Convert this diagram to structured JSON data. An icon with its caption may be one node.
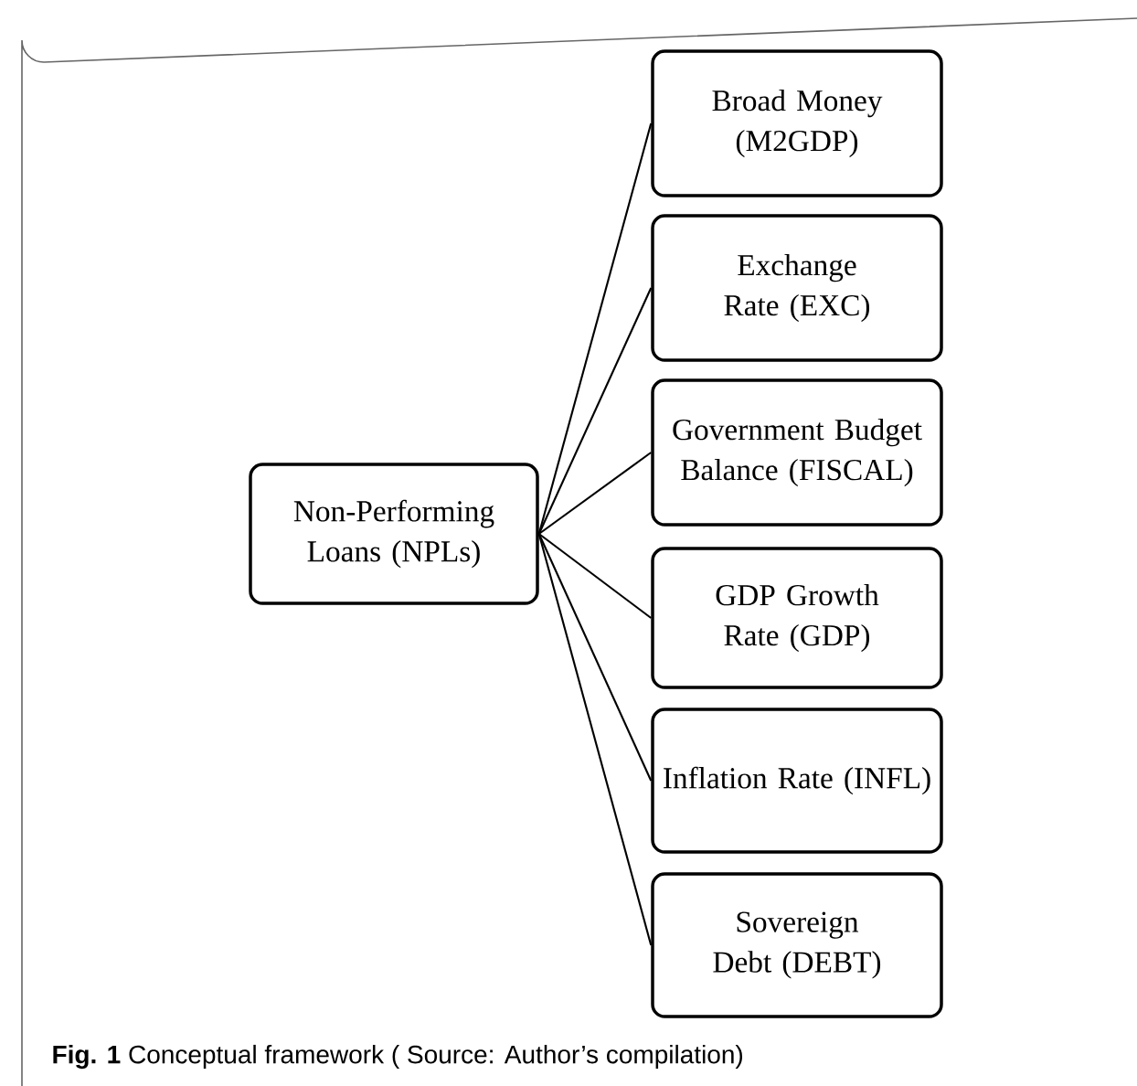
{
  "diagram": {
    "nodes": [
      {
        "text": [
          "Non-Performing Loans (NPLs)"
        ]
      },
      {
        "text": [
          "Broad Money (M2GDP)"
        ]
      },
      {
        "text": [
          "Exchange Rate (EXC)"
        ]
      },
      {
        "text": [
          "Government Budget Balance (FISCAL)"
        ]
      },
      {
        "text": [
          "GDP Growth Rate (GDP)"
        ]
      },
      {
        "text": [
          "Inflation Rate (INFL)"
        ]
      },
      {
        "text": [
          "Sovereign Debt (DEBT)"
        ]
      }
    ],
    "edges": [
      {
        "from": 0,
        "to": 1,
        "arrow": "none"
      },
      {
        "from": 0,
        "to": 2,
        "arrow": "none"
      },
      {
        "from": 0,
        "to": 3,
        "arrow": "none"
      },
      {
        "from": 0,
        "to": 4,
        "arrow": "none"
      },
      {
        "from": 0,
        "to": 5,
        "arrow": "none"
      },
      {
        "from": 0,
        "to": 6,
        "arrow": "none"
      }
    ],
    "caption": "**Fig. 1** Conceptual framework ( Source: Author’s compilation)"
  }
}
